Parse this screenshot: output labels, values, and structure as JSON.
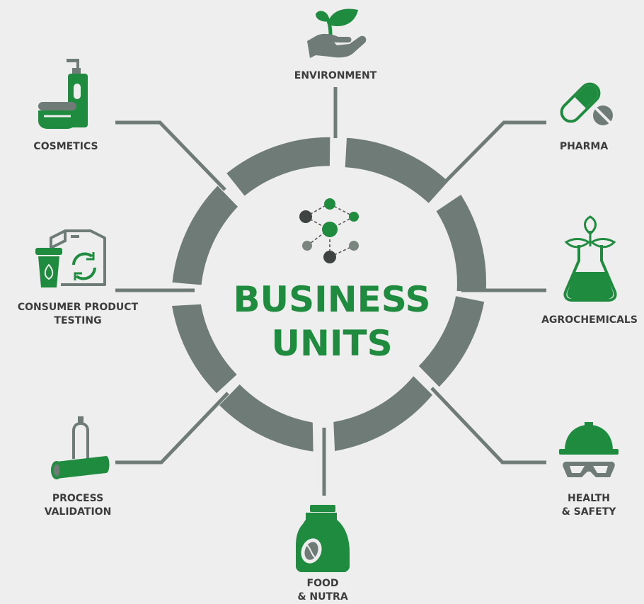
{
  "title": {
    "line1": "BUSINESS",
    "line2": "UNITS"
  },
  "units": {
    "environment": {
      "line1": "ENVIRONMENT"
    },
    "pharma": {
      "line1": "PHARMA"
    },
    "agrochemicals": {
      "line1": "AGROCHEMICALS"
    },
    "health_safety": {
      "line1": "HEALTH",
      "line2": "& SAFETY"
    },
    "food_nutra": {
      "line1": "FOOD",
      "line2": "& NUTRA"
    },
    "process_validation": {
      "line1": "PROCESS",
      "line2": "VALIDATION"
    },
    "consumer_product_testing": {
      "line1": "CONSUMER PRODUCT",
      "line2": "TESTING"
    },
    "cosmetics": {
      "line1": "COSMETICS"
    }
  },
  "colors": {
    "green": "#1f8b3e",
    "gray": "#6e7b76",
    "dark": "#3c3c3c",
    "background": "#eeeeee"
  },
  "icons": {
    "environment": "plant-in-hand-icon",
    "pharma": "pill-capsule-icon",
    "agrochemicals": "flask-plant-icon",
    "health_safety": "hard-hat-goggles-icon",
    "food_nutra": "food-pouch-icon",
    "process_validation": "gas-cylinder-icon",
    "consumer_product_testing": "cup-box-recycle-icon",
    "cosmetics": "pump-bottle-jar-icon",
    "center": "molecule-network-icon"
  }
}
